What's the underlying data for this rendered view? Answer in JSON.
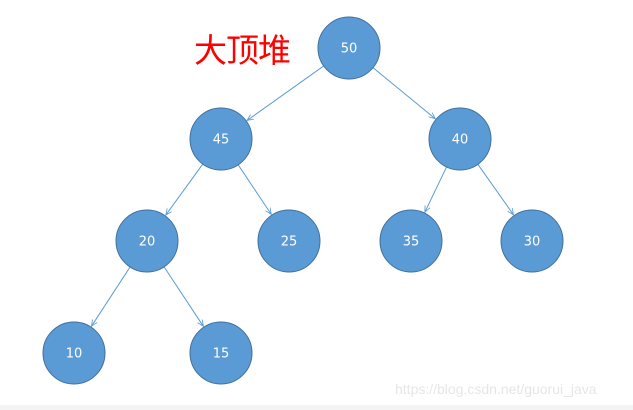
{
  "title": "大顶堆",
  "watermark": "https://blog.csdn.net/guorui_java",
  "colors": {
    "node_fill": "#5b9bd5",
    "node_stroke": "#41719c",
    "edge": "#5b9bd5",
    "title": "#ff0000",
    "node_text": "#ffffff"
  },
  "nodes": [
    {
      "id": "n50",
      "label": "50"
    },
    {
      "id": "n45",
      "label": "45"
    },
    {
      "id": "n40",
      "label": "40"
    },
    {
      "id": "n20",
      "label": "20"
    },
    {
      "id": "n25",
      "label": "25"
    },
    {
      "id": "n35",
      "label": "35"
    },
    {
      "id": "n30",
      "label": "30"
    },
    {
      "id": "n10",
      "label": "10"
    },
    {
      "id": "n15",
      "label": "15"
    }
  ],
  "edges": [
    {
      "from": "n50",
      "to": "n45"
    },
    {
      "from": "n50",
      "to": "n40"
    },
    {
      "from": "n45",
      "to": "n20"
    },
    {
      "from": "n45",
      "to": "n25"
    },
    {
      "from": "n40",
      "to": "n35"
    },
    {
      "from": "n40",
      "to": "n30"
    },
    {
      "from": "n20",
      "to": "n10"
    },
    {
      "from": "n20",
      "to": "n15"
    }
  ]
}
